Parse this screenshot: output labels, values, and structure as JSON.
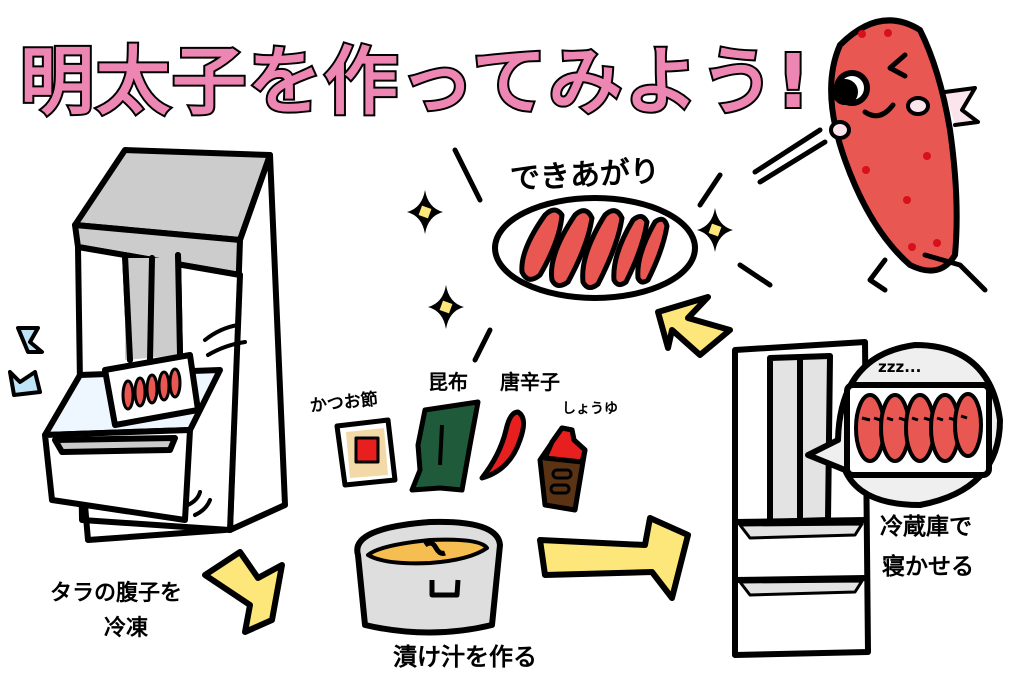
{
  "title": "明太子を作ってみよう!",
  "steps": [
    {
      "id": "freeze",
      "label_line1": "タラの腹子を",
      "label_line2": "冷凍"
    },
    {
      "id": "marinade",
      "label": "漬け汁を作る",
      "ingredients": [
        {
          "name": "かつお節"
        },
        {
          "name": "昆布"
        },
        {
          "name": "唐辛子"
        },
        {
          "name": "しょうゆ"
        }
      ]
    },
    {
      "id": "fridge",
      "label_line1": "冷蔵庫で",
      "label_line2": "寝かせる",
      "bubble_text": "zzz..."
    },
    {
      "id": "done",
      "label": "できあがり"
    }
  ],
  "colors": {
    "title_pink": "#ee86b4",
    "mentaiko_red": "#e95752",
    "arrow_yellow": "#fde77a",
    "fridge_gray": "#cccccc",
    "kombu_green": "#1f5b3a",
    "soy_brown": "#5a3314",
    "broth_orange": "#f6bd50"
  }
}
